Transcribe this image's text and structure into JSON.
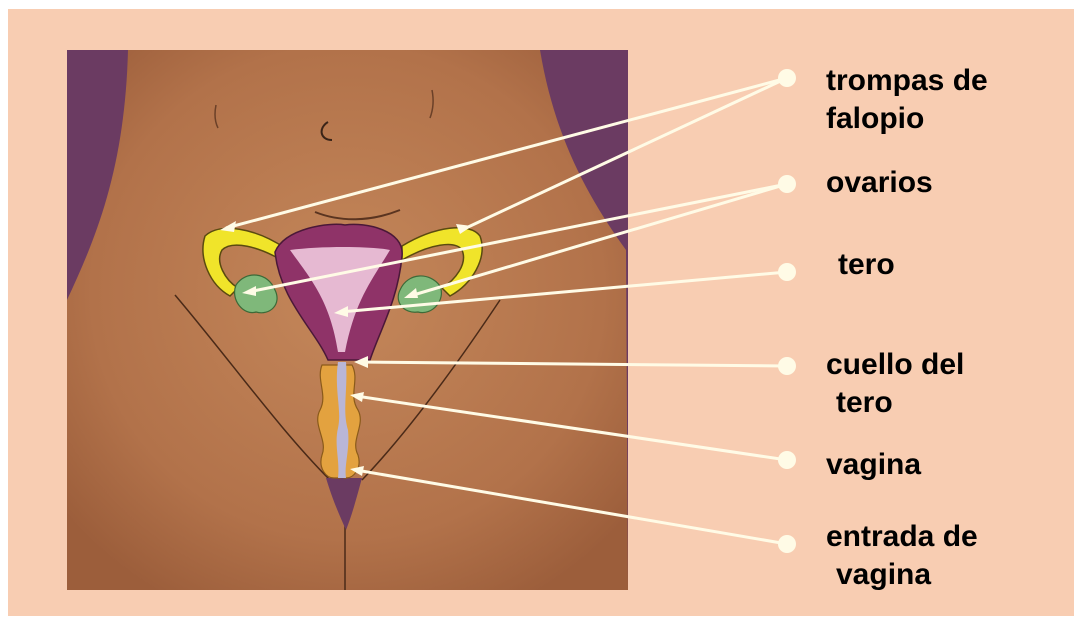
{
  "background_color": "#f8cdb2",
  "labels": [
    {
      "id": "fallopian-tubes",
      "line1": "trompas de",
      "line2": "falopio"
    },
    {
      "id": "ovaries",
      "line1": "ovarios"
    },
    {
      "id": "uterus",
      "line1": "tero"
    },
    {
      "id": "cervix",
      "line1": "cuello del",
      "line2": "tero"
    },
    {
      "id": "vagina",
      "line1": "vagina"
    },
    {
      "id": "vaginal-opening",
      "line1": "entrada de",
      "line2": "vagina"
    }
  ],
  "colors": {
    "skin": "#b8764a",
    "background_panel": "#6b3b62",
    "uterus": "#8f3368",
    "uterus_cavity": "#e6b9d2",
    "fallopian_tubes": "#f0e42a",
    "ovaries": "#7fb87a",
    "vagina_walls": "#e3a23f",
    "vagina_canal": "#b9b6d6",
    "leader_lines": "#fffbe6"
  }
}
